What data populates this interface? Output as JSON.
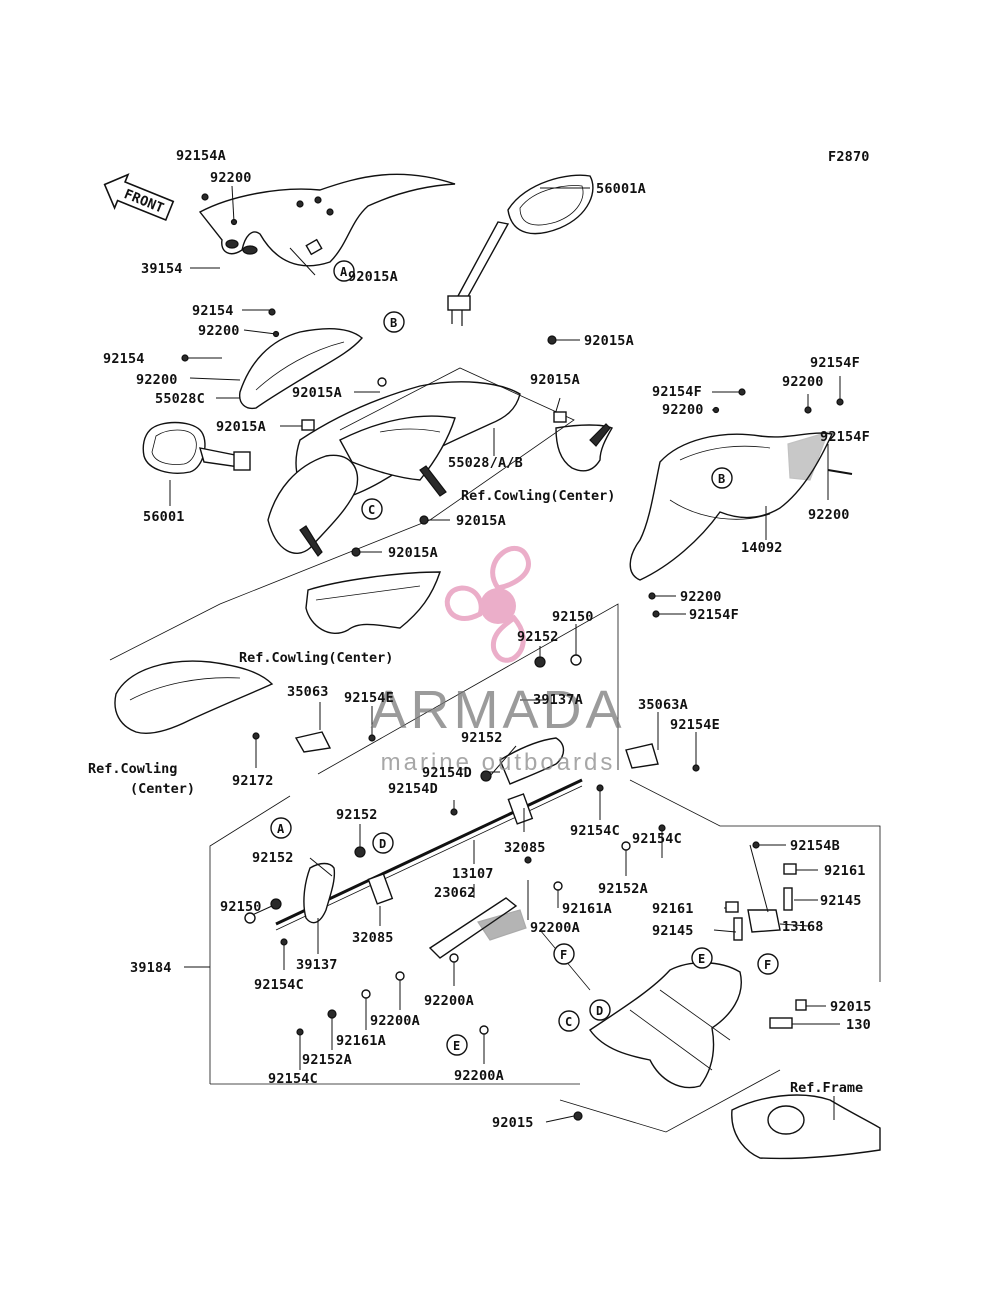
{
  "figure_code": "F2870",
  "front_label": "FRONT",
  "watermark": {
    "title": "ARMADA",
    "subtitle": "marine outboards",
    "color": "#e8a0c0"
  },
  "labels": [
    {
      "id": "l1",
      "text": "92154A"
    },
    {
      "id": "l2",
      "text": "92200"
    },
    {
      "id": "l3",
      "text": "56001A"
    },
    {
      "id": "l4",
      "text": "39154"
    },
    {
      "id": "l5",
      "text": "92015A"
    },
    {
      "id": "l6",
      "text": "92154"
    },
    {
      "id": "l7",
      "text": "92200"
    },
    {
      "id": "l8",
      "text": "92015A"
    },
    {
      "id": "l9",
      "text": "92154"
    },
    {
      "id": "l10",
      "text": "92200"
    },
    {
      "id": "l11",
      "text": "55028C"
    },
    {
      "id": "l12",
      "text": "92015A"
    },
    {
      "id": "l13",
      "text": "92015A"
    },
    {
      "id": "l14",
      "text": "92015A"
    },
    {
      "id": "l15",
      "text": "92154F"
    },
    {
      "id": "l16",
      "text": "92200"
    },
    {
      "id": "l17",
      "text": "92200"
    },
    {
      "id": "l18",
      "text": "92154F"
    },
    {
      "id": "l19",
      "text": "92154F"
    },
    {
      "id": "l20",
      "text": "56001"
    },
    {
      "id": "l21",
      "text": "55028/A/B"
    },
    {
      "id": "l22",
      "text": "92015A"
    },
    {
      "id": "l23",
      "text": "92200"
    },
    {
      "id": "l24",
      "text": "14092"
    },
    {
      "id": "l25",
      "text": "92015A"
    },
    {
      "id": "l26",
      "text": "92200"
    },
    {
      "id": "l27",
      "text": "92154F"
    },
    {
      "id": "l28",
      "text": "92150"
    },
    {
      "id": "l29",
      "text": "92152"
    },
    {
      "id": "l30",
      "text": "35063"
    },
    {
      "id": "l31",
      "text": "92154E"
    },
    {
      "id": "l32",
      "text": "39137A"
    },
    {
      "id": "l33",
      "text": "35063A"
    },
    {
      "id": "l34",
      "text": "92154E"
    },
    {
      "id": "l35",
      "text": "92152"
    },
    {
      "id": "l36",
      "text": "92154D"
    },
    {
      "id": "l37",
      "text": "92172"
    },
    {
      "id": "l38",
      "text": "92154D"
    },
    {
      "id": "l39",
      "text": "92152"
    },
    {
      "id": "l40",
      "text": "92154C"
    },
    {
      "id": "l41",
      "text": "32085"
    },
    {
      "id": "l42",
      "text": "92154C"
    },
    {
      "id": "l43",
      "text": "92154B"
    },
    {
      "id": "l44",
      "text": "92152"
    },
    {
      "id": "l45",
      "text": "13107"
    },
    {
      "id": "l46",
      "text": "92152A"
    },
    {
      "id": "l47",
      "text": "92161"
    },
    {
      "id": "l48",
      "text": "92150"
    },
    {
      "id": "l49",
      "text": "23062"
    },
    {
      "id": "l50",
      "text": "92161A"
    },
    {
      "id": "l51",
      "text": "92145"
    },
    {
      "id": "l52",
      "text": "92161"
    },
    {
      "id": "l53",
      "text": "92200A"
    },
    {
      "id": "l54",
      "text": "13168"
    },
    {
      "id": "l55",
      "text": "32085"
    },
    {
      "id": "l56",
      "text": "92145"
    },
    {
      "id": "l57",
      "text": "39137"
    },
    {
      "id": "l58",
      "text": "39184"
    },
    {
      "id": "l59",
      "text": "92154C"
    },
    {
      "id": "l60",
      "text": "92200A"
    },
    {
      "id": "l61",
      "text": "92200A"
    },
    {
      "id": "l62",
      "text": "92015"
    },
    {
      "id": "l63",
      "text": "130"
    },
    {
      "id": "l64",
      "text": "92161A"
    },
    {
      "id": "l65",
      "text": "92152A"
    },
    {
      "id": "l66",
      "text": "92200A"
    },
    {
      "id": "l67",
      "text": "92154C"
    },
    {
      "id": "l68",
      "text": "92015"
    }
  ],
  "refs": [
    {
      "id": "r1",
      "text": "Ref.Cowling(Center)"
    },
    {
      "id": "r2",
      "text": "Ref.Cowling(Center)"
    },
    {
      "id": "r3",
      "text": "Ref.Cowling"
    },
    {
      "id": "r4",
      "text": "(Center)"
    },
    {
      "id": "r5",
      "text": "Ref.Frame"
    }
  ],
  "callouts": [
    {
      "id": "cA1",
      "letter": "A"
    },
    {
      "id": "cB1",
      "letter": "B"
    },
    {
      "id": "cC1",
      "letter": "C"
    },
    {
      "id": "cB2",
      "letter": "B"
    },
    {
      "id": "cA2",
      "letter": "A"
    },
    {
      "id": "cD1",
      "letter": "D"
    },
    {
      "id": "cF1",
      "letter": "F"
    },
    {
      "id": "cE1",
      "letter": "E"
    },
    {
      "id": "cF2",
      "letter": "F"
    },
    {
      "id": "cD2",
      "letter": "D"
    },
    {
      "id": "cC2",
      "letter": "C"
    },
    {
      "id": "cE2",
      "letter": "E"
    }
  ]
}
